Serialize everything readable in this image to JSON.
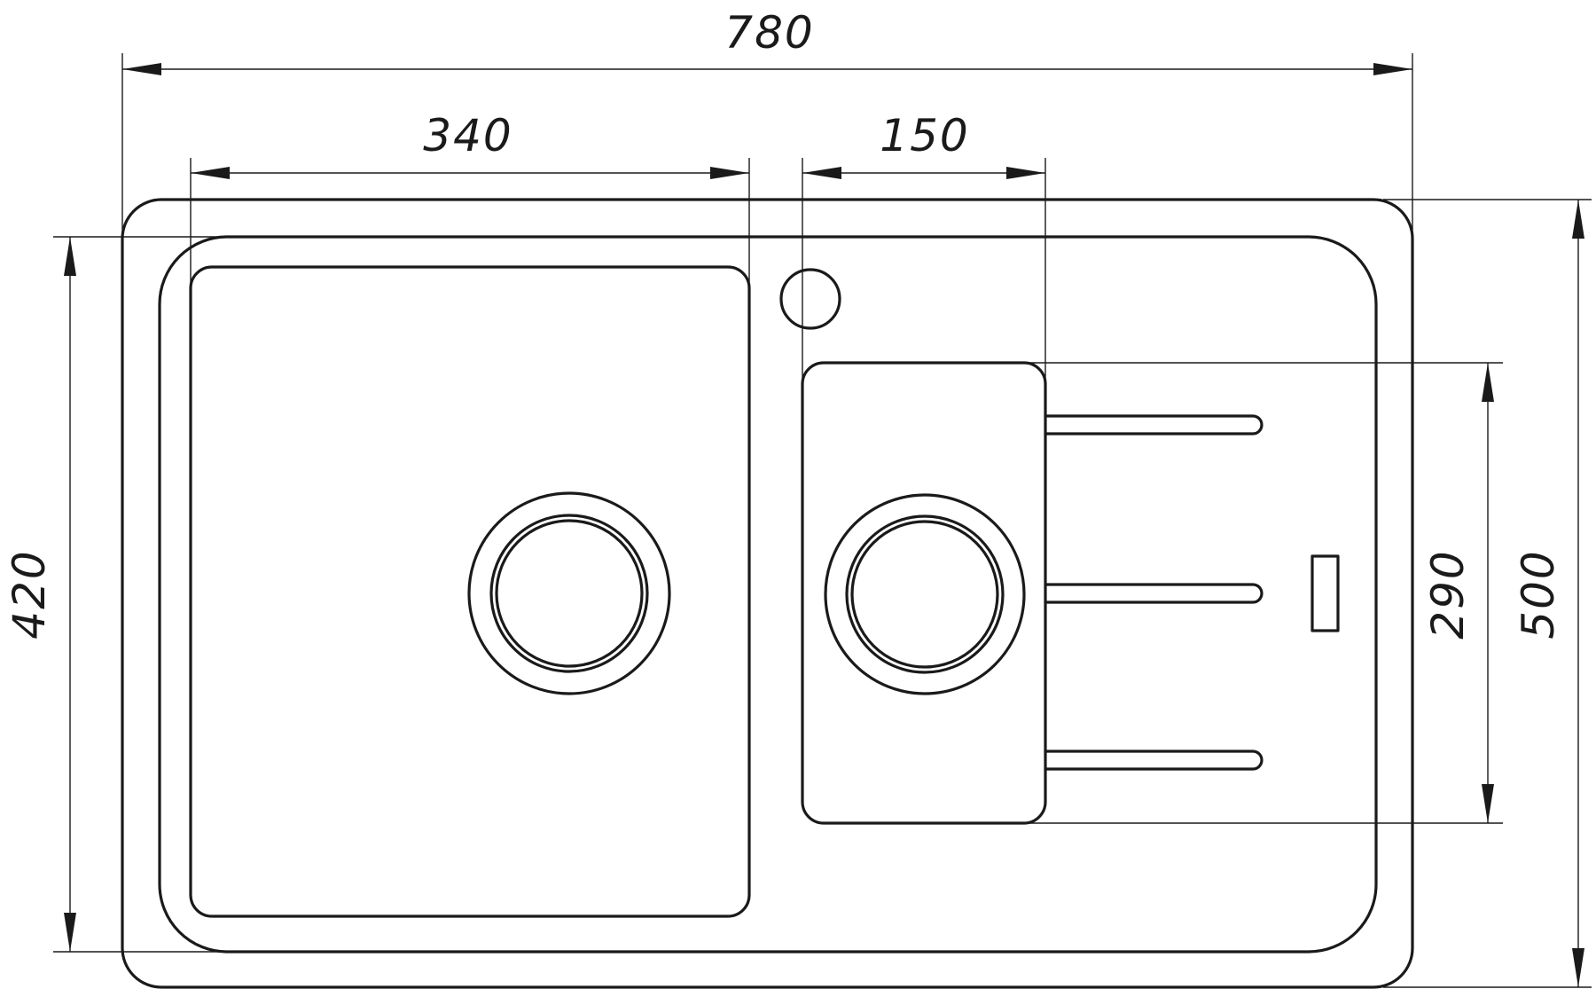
{
  "dimensions": {
    "overall_width": "780",
    "main_bowl_width": "340",
    "small_bowl_width": "150",
    "inner_height": "420",
    "small_bowl_height": "290",
    "overall_depth": "500"
  },
  "colors": {
    "line": "#1a1a1a",
    "background": "#ffffff"
  }
}
